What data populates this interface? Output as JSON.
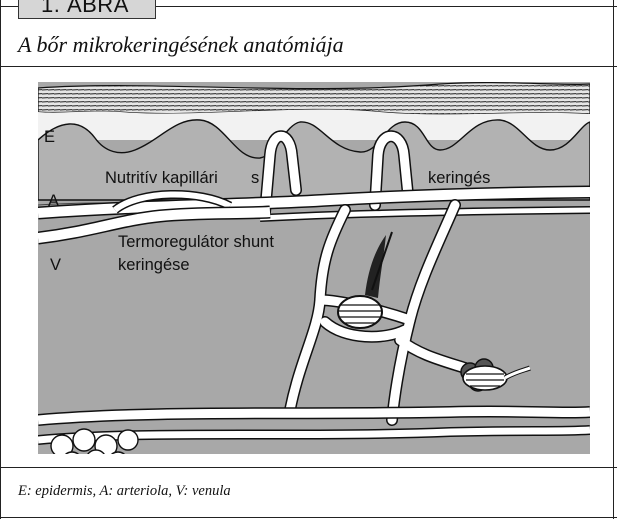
{
  "figure": {
    "tab_label": "1. ÁBRA",
    "title": "A bőr mikrokeringésének anatómiája",
    "caption": "E: epidermis, A: arteriola, V: venula"
  },
  "labels": {
    "layer_e": "E",
    "layer_a": "A",
    "layer_v": "V",
    "nutritive": "Nutritív kapillári",
    "nutritive_end": "s",
    "circulation": "keringés",
    "shunt_line1": "Termoregulátor shunt",
    "shunt_line2": "keringése"
  },
  "colors": {
    "skin_gray": "#a8a8a8",
    "vessel_white": "#ffffff",
    "outline": "#111111"
  }
}
